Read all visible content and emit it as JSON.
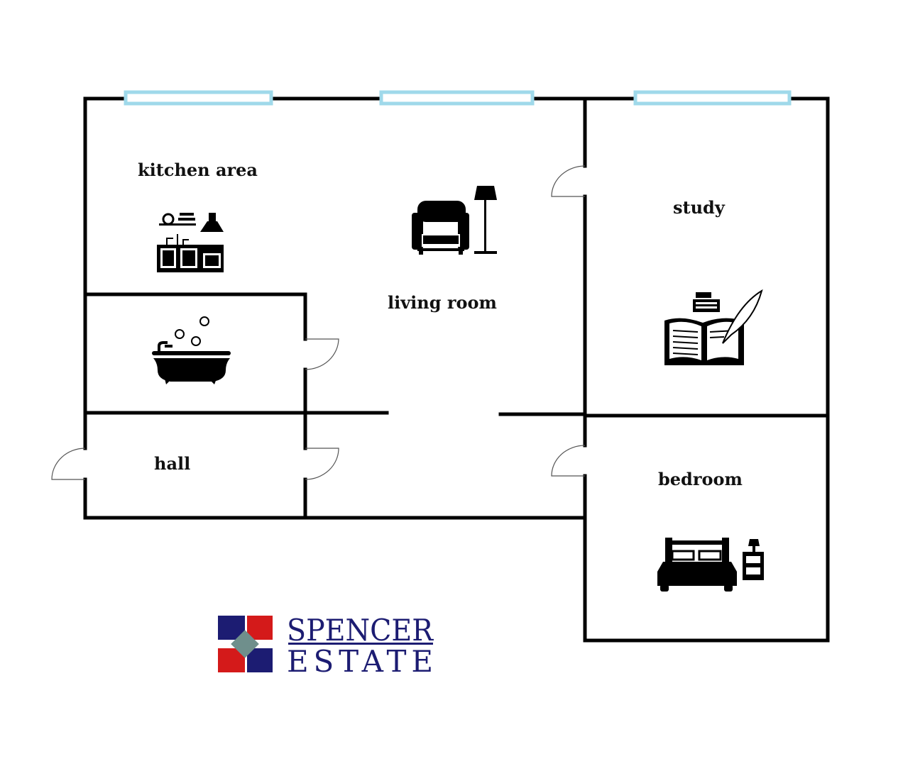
{
  "rooms": {
    "kitchen": "kitchen area",
    "living": "living room",
    "study": "study",
    "hall": "hall",
    "bedroom": "bedroom"
  },
  "logo": {
    "line1": "SPENCER",
    "line2": "ESTATE"
  },
  "colors": {
    "wall": "#000000",
    "window": "#9fd9ea",
    "logo_navy": "#1c1c72",
    "logo_red": "#d41a1a",
    "logo_gray": "#6f8f8c"
  }
}
